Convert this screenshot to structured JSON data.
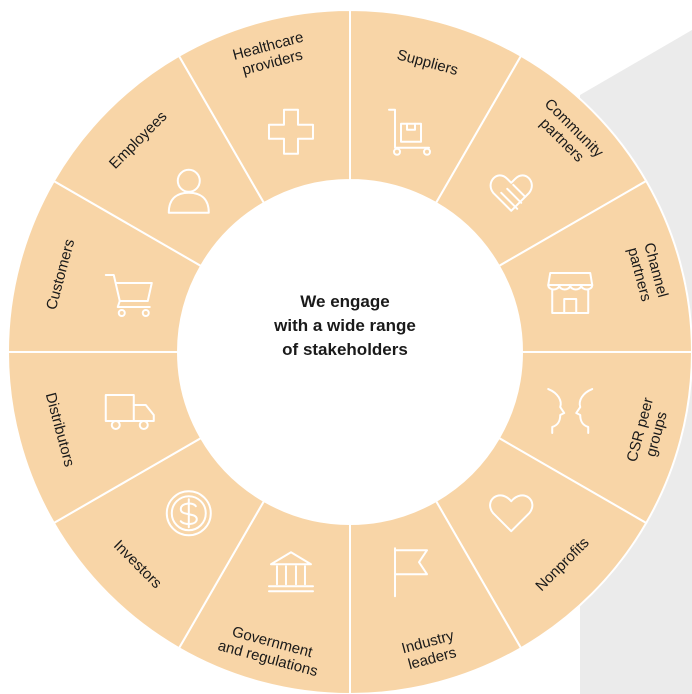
{
  "colors": {
    "segment_fill": "#F8D5A7",
    "divider": "#ffffff",
    "icon": "#ffffff",
    "backdrop": "#EBEBEB",
    "text": "#1a1a1a"
  },
  "center": {
    "line1": "We engage",
    "line2": "with a wide range",
    "line3": "of stakeholders"
  },
  "segments": [
    {
      "id": "suppliers",
      "lines": [
        "Suppliers"
      ],
      "icon": "cart-dolly-icon"
    },
    {
      "id": "community-partners",
      "lines": [
        "Community",
        "partners"
      ],
      "icon": "heart-hand-icon"
    },
    {
      "id": "channel-partners",
      "lines": [
        "Channel",
        "partners"
      ],
      "icon": "storefront-icon"
    },
    {
      "id": "csr-peer-groups",
      "lines": [
        "CSR peer",
        "groups"
      ],
      "icon": "faces-icon"
    },
    {
      "id": "nonprofits",
      "lines": [
        "Nonprofits"
      ],
      "icon": "heart-icon"
    },
    {
      "id": "industry-leaders",
      "lines": [
        "Industry",
        "leaders"
      ],
      "icon": "flag-icon"
    },
    {
      "id": "government",
      "lines": [
        "Government",
        "and regulations"
      ],
      "icon": "government-building-icon"
    },
    {
      "id": "investors",
      "lines": [
        "Investors"
      ],
      "icon": "dollar-icon"
    },
    {
      "id": "distributors",
      "lines": [
        "Distributors"
      ],
      "icon": "truck-icon"
    },
    {
      "id": "customers",
      "lines": [
        "Customers"
      ],
      "icon": "shopping-cart-icon"
    },
    {
      "id": "employees",
      "lines": [
        "Employees"
      ],
      "icon": "person-icon"
    },
    {
      "id": "healthcare-providers",
      "lines": [
        "Healthcare",
        "providers"
      ],
      "icon": "medical-cross-icon"
    }
  ]
}
